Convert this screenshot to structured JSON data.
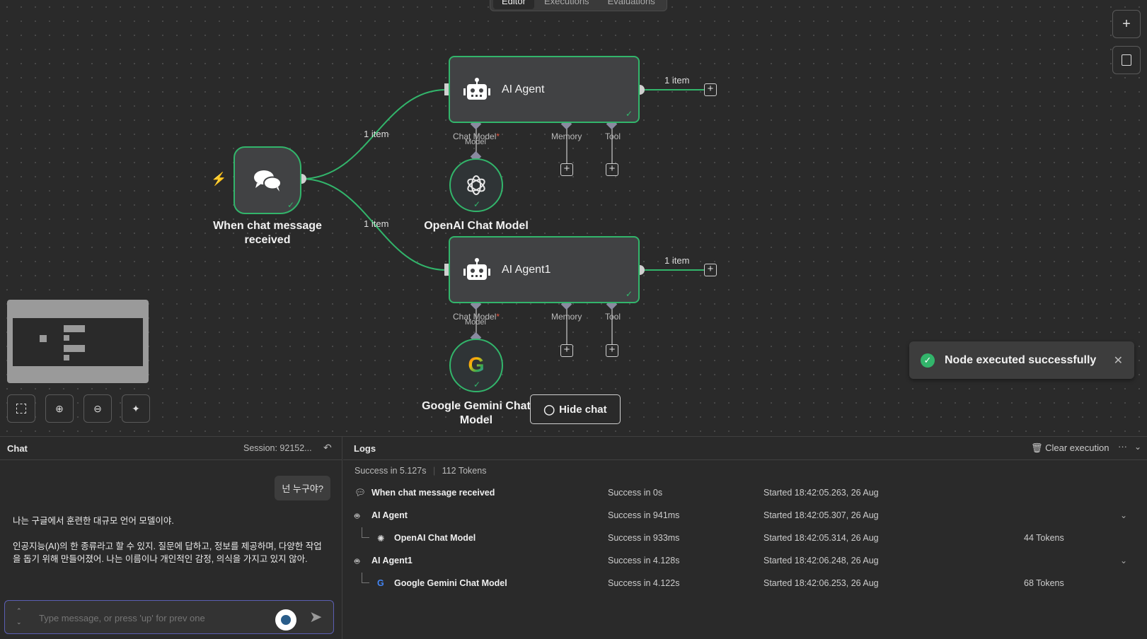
{
  "tabs": [
    "Editor",
    "Executions",
    "Evaluations"
  ],
  "canvas": {
    "trigger": {
      "caption_line1": "When chat message",
      "caption_line2": "received"
    },
    "agent1": {
      "title": "AI Agent",
      "output_label": "1 item"
    },
    "agent2": {
      "title": "AI Agent1",
      "output_label": "1 item"
    },
    "conn_label_top": "1 item",
    "conn_label_bottom": "1 item",
    "sub_labels": {
      "chat_model": "Chat Model",
      "required": "*",
      "model": "Model",
      "memory": "Memory",
      "tool": "Tool"
    },
    "openai_caption": "OpenAI Chat Model",
    "gemini_caption_line1": "Google Gemini Chat",
    "gemini_caption_line2": "Model",
    "hide_chat": "Hide chat",
    "toast": "Node executed successfully",
    "accent": "#32b56b"
  },
  "chat": {
    "title": "Chat",
    "session": "Session: 92152...",
    "user_message": "넌 누구야?",
    "bot_p1": "나는 구글에서 훈련한 대규모 언어 모델이야.",
    "bot_p2": "인공지능(AI)의 한 종류라고 할 수 있지. 질문에 답하고, 정보를 제공하며, 다양한 작업을 돕기 위해 만들어졌어. 나는 이름이나 개인적인 감정, 의식을 가지고 있지 않아.",
    "input_placeholder": "Type message, or press 'up' for prev one"
  },
  "logs": {
    "title": "Logs",
    "clear": "Clear execution",
    "summary_success": "Success in 5.127s",
    "summary_tokens": "112 Tokens",
    "rows": [
      {
        "name": "When chat message received",
        "status": "Success in 0s",
        "started": "Started 18:42:05.263, 26 Aug",
        "tokens": ""
      },
      {
        "name": "AI Agent",
        "status": "Success in 941ms",
        "started": "Started 18:42:05.307, 26 Aug",
        "tokens": ""
      },
      {
        "name": "OpenAI Chat Model",
        "status": "Success in 933ms",
        "started": "Started 18:42:05.314, 26 Aug",
        "tokens": "44 Tokens"
      },
      {
        "name": "AI Agent1",
        "status": "Success in 4.128s",
        "started": "Started 18:42:06.248, 26 Aug",
        "tokens": ""
      },
      {
        "name": "Google Gemini Chat Model",
        "status": "Success in 4.122s",
        "started": "Started 18:42:06.253, 26 Aug",
        "tokens": "68 Tokens"
      }
    ]
  }
}
